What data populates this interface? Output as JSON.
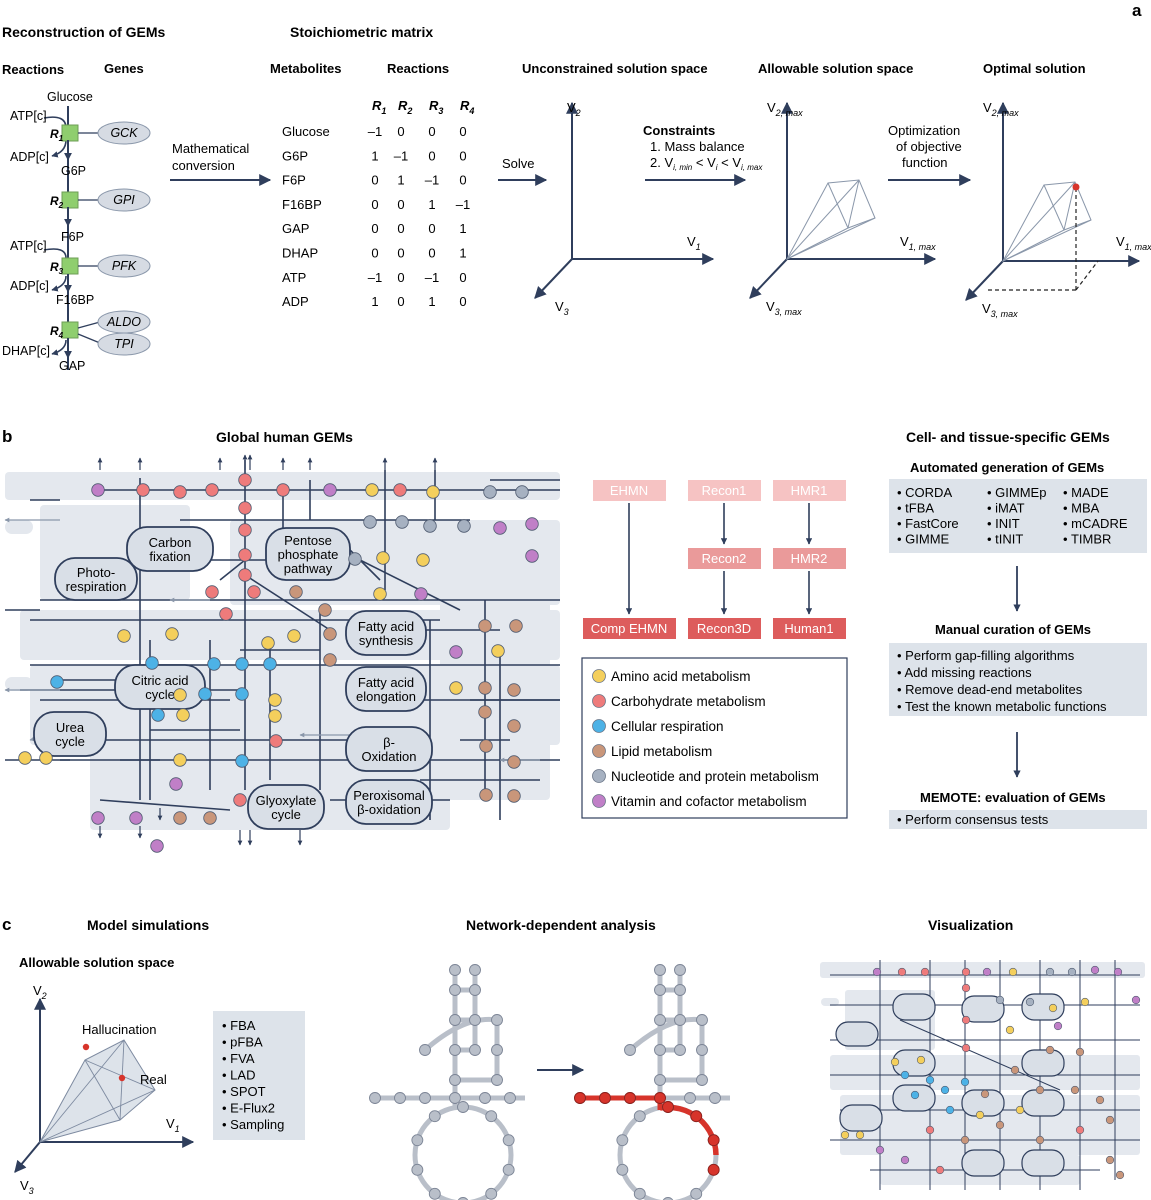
{
  "colors": {
    "arrow": "#2f3e5c",
    "panel_bg": "#dde3ea",
    "node_fill": "#dde3ea",
    "reaction_square": "#8fce6e",
    "gene_fill": "#d6dbe3",
    "db_light": "#f6c3c3",
    "db_mid": "#ea9a9a",
    "db_dark": "#dd5c5c",
    "highlight_red": "#d7342b",
    "network_node": "#b9bfc9"
  },
  "panel_a": {
    "letter": "a",
    "title_reconstruction": "Reconstruction of GEMs",
    "col_reactions": "Reactions",
    "col_genes": "Genes",
    "title_stoich": "Stoichiometric matrix",
    "col_metabolites": "Metabolites",
    "col_reactions2": "Reactions",
    "title_unconstrained": "Unconstrained solution space",
    "title_allowable": "Allowable solution space",
    "title_optimal": "Optimal solution",
    "pathway": {
      "glucose": "Glucose",
      "atp1": "ATP[c]",
      "adp1": "ADP[c]",
      "r1": "R",
      "r1_sub": "1",
      "gene1": "GCK",
      "g6p": "G6P",
      "r2": "R",
      "r2_sub": "2",
      "gene2": "GPI",
      "f6p": "F6P",
      "atp2": "ATP[c]",
      "r3": "R",
      "r3_sub": "3",
      "gene3": "PFK",
      "adp2": "ADP[c]",
      "f16bp": "F16BP",
      "r4": "R",
      "r4_sub": "4",
      "gene4a": "ALDO",
      "dhap": "DHAP[c]",
      "gene4b": "TPI",
      "gap": "GAP"
    },
    "math_conversion_1": "Mathematical",
    "math_conversion_2": "conversion",
    "matrix": {
      "headers": [
        "R",
        "R",
        "R",
        "R"
      ],
      "header_subs": [
        "1",
        "2",
        "3",
        "4"
      ],
      "rows": [
        {
          "metabolite": "Glucose",
          "values": [
            "–1",
            "0",
            "0",
            "0"
          ]
        },
        {
          "metabolite": "G6P",
          "values": [
            "1",
            "–1",
            "0",
            "0"
          ]
        },
        {
          "metabolite": "F6P",
          "values": [
            "0",
            "1",
            "–1",
            "0"
          ]
        },
        {
          "metabolite": "F16BP",
          "values": [
            "0",
            "0",
            "1",
            "–1"
          ]
        },
        {
          "metabolite": "GAP",
          "values": [
            "0",
            "0",
            "0",
            "1"
          ]
        },
        {
          "metabolite": "DHAP",
          "values": [
            "0",
            "0",
            "0",
            "1"
          ]
        },
        {
          "metabolite": "ATP",
          "values": [
            "–1",
            "0",
            "–1",
            "0"
          ]
        },
        {
          "metabolite": "ADP",
          "values": [
            "1",
            "0",
            "1",
            "0"
          ]
        }
      ]
    },
    "solve": "Solve",
    "constraints_title": "Constraints",
    "constraint1": "1.  Mass balance",
    "constraint2_prefix": "2.  V",
    "constraint2_sub1": "i, min",
    "constraint2_mid1": " < V",
    "constraint2_sub2": "i",
    "constraint2_mid2": " < V",
    "constraint2_sub3": "i, max",
    "optimization_1": "Optimization",
    "optimization_2": "of objective",
    "optimization_3": "function",
    "axis_v": "V",
    "sub_1": "1",
    "sub_2": "2",
    "sub_3": "3",
    "sub_1max": "1, max",
    "sub_2max": "2, max",
    "sub_3max": "3, max"
  },
  "panel_b": {
    "letter": "b",
    "title_global": "Global human GEMs",
    "pathways": [
      "Carbon",
      "fixation",
      "Photo-",
      "respiration",
      "Pentose",
      "phosphate",
      "pathway",
      "Fatty acid",
      "synthesis",
      "Citric acid",
      "cycle",
      "Fatty acid",
      "elongation",
      "Urea",
      "cycle",
      "β-",
      "Oxidation",
      "Glyoxylate",
      "cycle",
      "Peroxisomal",
      "β-oxidation"
    ],
    "databases": {
      "ehmn": "EHMN",
      "recon1": "Recon1",
      "hmr1": "HMR1",
      "recon2": "Recon2",
      "hmr2": "HMR2",
      "comp_ehmn": "Comp EHMN",
      "recon3d": "Recon3D",
      "human1": "Human1"
    },
    "legend": [
      {
        "label": "Amino acid metabolism",
        "color": "#f4cf5c"
      },
      {
        "label": "Carbohydrate metabolism",
        "color": "#ee7b7b"
      },
      {
        "label": "Cellular respiration",
        "color": "#4db2e6"
      },
      {
        "label": "Lipid metabolism",
        "color": "#c9967a"
      },
      {
        "label": "Nucleotide and protein metabolism",
        "color": "#a6b1c1"
      },
      {
        "label": "Vitamin and cofactor metabolism",
        "color": "#c07fc7"
      }
    ],
    "title_specific": "Cell- and tissue-specific GEMs",
    "automated_title": "Automated generation of GEMs",
    "automated_col1": [
      "CORDA",
      "tFBA",
      "FastCore",
      "GIMME"
    ],
    "automated_col2": [
      "GIMMEp",
      "iMAT",
      "INIT",
      "tINIT"
    ],
    "automated_col3": [
      "MADE",
      "MBA",
      "mCADRE",
      "TIMBR"
    ],
    "manual_title": "Manual curation of GEMs",
    "manual_items": [
      "Perform gap-filling algorithms",
      "Add missing reactions",
      "Remove dead-end metabolites",
      "Test the known metabolic functions"
    ],
    "memote_title": "MEMOTE: evaluation of GEMs",
    "memote_items": [
      "Perform consensus tests"
    ]
  },
  "panel_c": {
    "letter": "c",
    "title_simulations": "Model simulations",
    "subtitle_allowable": "Allowable solution space",
    "hallucination": "Hallucination",
    "real": "Real",
    "methods": [
      "FBA",
      "pFBA",
      "FVA",
      "LAD",
      "SPOT",
      "E-Flux2",
      "Sampling"
    ],
    "title_network": "Network-dependent analysis",
    "title_visualization": "Visualization"
  }
}
